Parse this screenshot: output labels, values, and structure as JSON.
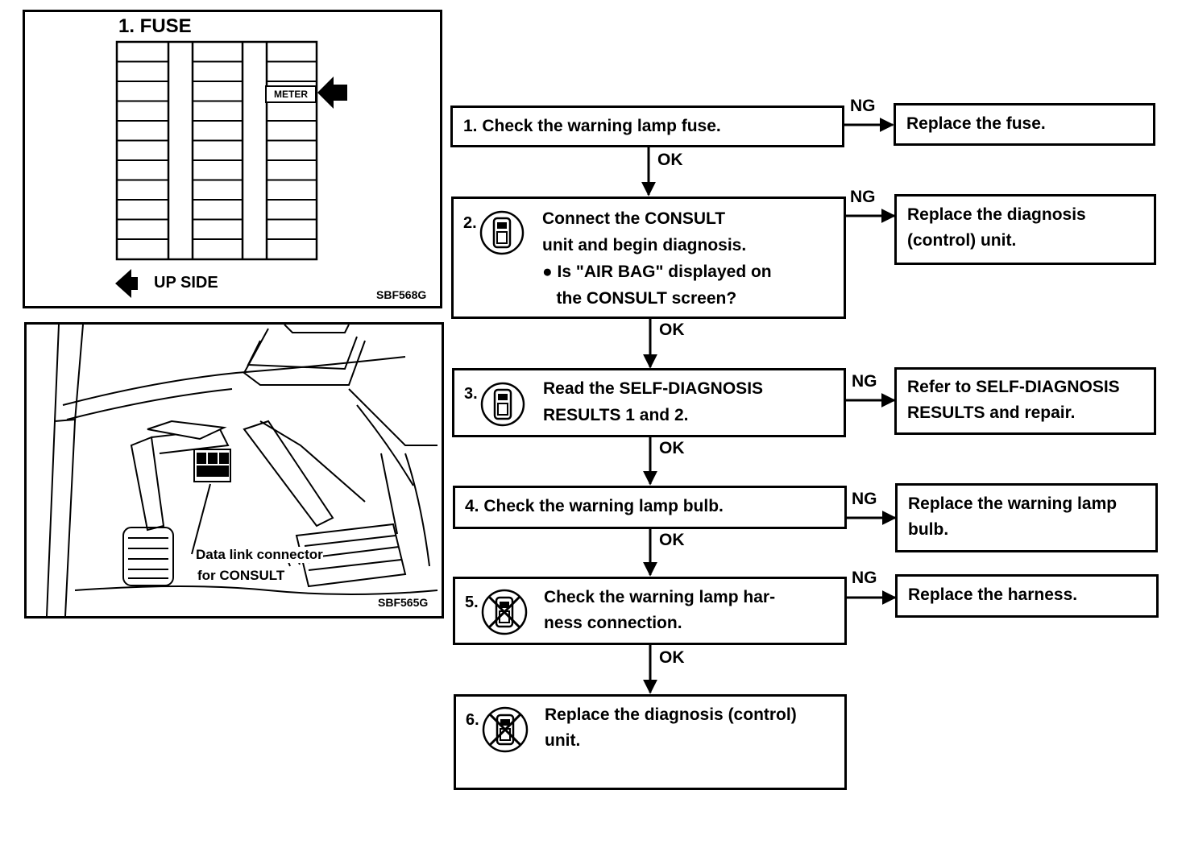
{
  "fuse_panel": {
    "title": "1. FUSE",
    "meter_label": "METER",
    "up_side_label": "UP SIDE",
    "code": "SBF568G"
  },
  "pedal_panel": {
    "connector_label_line1": "Data link connector",
    "connector_label_line2": "for CONSULT",
    "code": "SBF565G"
  },
  "flow": {
    "ok_label": "OK",
    "ng_label": "NG",
    "steps": [
      {
        "num": "1.",
        "lines": [
          "1. Check the warning lamp fuse."
        ],
        "icon": "none"
      },
      {
        "num": "2.",
        "lines": [
          "Connect the CONSULT",
          "unit and begin diagnosis.",
          "● Is \"AIR BAG\" displayed on",
          "   the CONSULT screen?"
        ],
        "icon": "consult-unit-icon"
      },
      {
        "num": "3.",
        "lines": [
          "Read the SELF-DIAGNOSIS",
          "RESULTS 1 and 2."
        ],
        "icon": "consult-unit-icon"
      },
      {
        "num": "4.",
        "lines": [
          "4. Check the warning lamp bulb."
        ],
        "icon": "none"
      },
      {
        "num": "5.",
        "lines": [
          "Check the warning lamp har-",
          "ness connection."
        ],
        "icon": "no-consult-icon"
      },
      {
        "num": "6.",
        "lines": [
          "Replace the diagnosis (control)",
          "unit."
        ],
        "icon": "no-consult-icon"
      }
    ],
    "results": [
      {
        "lines": [
          "Replace the fuse."
        ]
      },
      {
        "lines": [
          "Replace the diagnosis",
          "(control) unit."
        ]
      },
      {
        "lines": [
          "Refer to SELF-DIAGNOSIS",
          "RESULTS and repair."
        ]
      },
      {
        "lines": [
          "Replace the warning lamp",
          "bulb."
        ]
      },
      {
        "lines": [
          "Replace the harness."
        ]
      }
    ]
  }
}
